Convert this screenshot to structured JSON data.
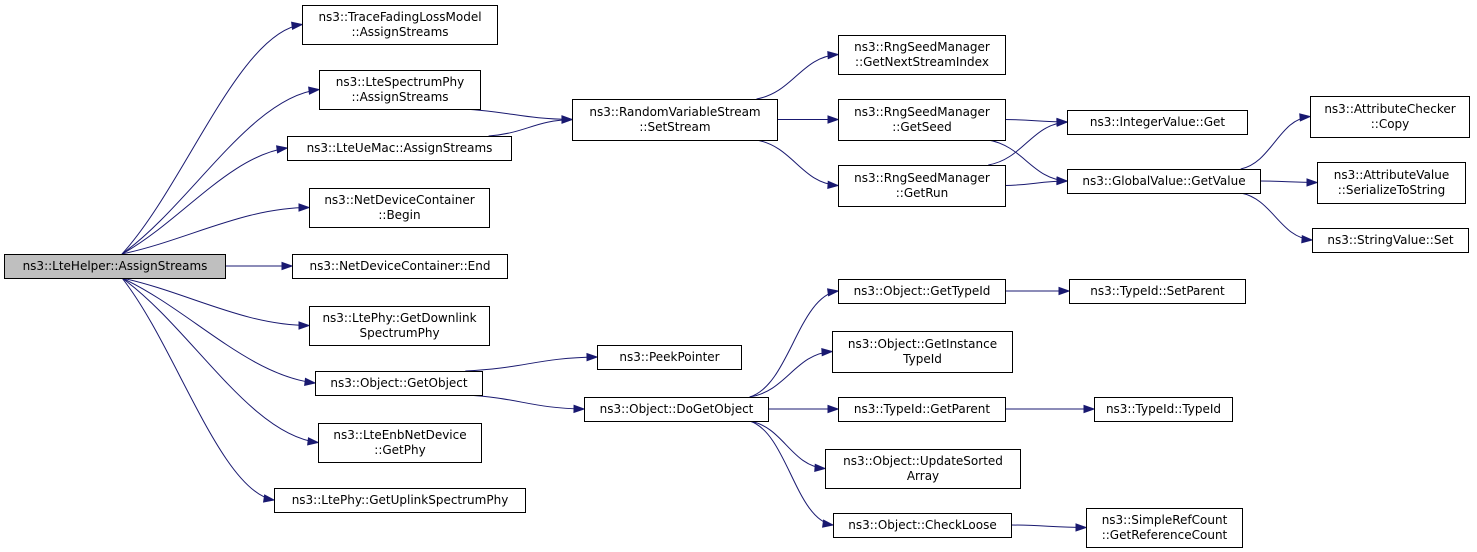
{
  "colors": {
    "edge": "#191970",
    "root_fill": "#bfbfbf",
    "node_fill": "#ffffff",
    "border": "#000000"
  },
  "nodes": [
    {
      "id": "root",
      "lines": [
        "ns3::LteHelper::AssignStreams"
      ]
    },
    {
      "id": "tracefading",
      "lines": [
        "ns3::TraceFadingLossModel",
        "::AssignStreams"
      ]
    },
    {
      "id": "ltespectrumphy",
      "lines": [
        "ns3::LteSpectrumPhy",
        "::AssignStreams"
      ]
    },
    {
      "id": "lteuemac",
      "lines": [
        "ns3::LteUeMac::AssignStreams"
      ]
    },
    {
      "id": "ndc_begin",
      "lines": [
        "ns3::NetDeviceContainer",
        "::Begin"
      ]
    },
    {
      "id": "ndc_end",
      "lines": [
        "ns3::NetDeviceContainer::End"
      ]
    },
    {
      "id": "ltephy_down",
      "lines": [
        "ns3::LtePhy::GetDownlink",
        "SpectrumPhy"
      ]
    },
    {
      "id": "getobject",
      "lines": [
        "ns3::Object::GetObject"
      ]
    },
    {
      "id": "enbgetphy",
      "lines": [
        "ns3::LteEnbNetDevice",
        "::GetPhy"
      ]
    },
    {
      "id": "ltephy_up",
      "lines": [
        "ns3::LtePhy::GetUplinkSpectrumPhy"
      ]
    },
    {
      "id": "setstream",
      "lines": [
        "ns3::RandomVariableStream",
        "::SetStream"
      ]
    },
    {
      "id": "nextstream",
      "lines": [
        "ns3::RngSeedManager",
        "::GetNextStreamIndex"
      ]
    },
    {
      "id": "getseed",
      "lines": [
        "ns3::RngSeedManager",
        "::GetSeed"
      ]
    },
    {
      "id": "getrun",
      "lines": [
        "ns3::RngSeedManager",
        "::GetRun"
      ]
    },
    {
      "id": "intget",
      "lines": [
        "ns3::IntegerValue::Get"
      ]
    },
    {
      "id": "gvget",
      "lines": [
        "ns3::GlobalValue::GetValue"
      ]
    },
    {
      "id": "accopy",
      "lines": [
        "ns3::AttributeChecker",
        "::Copy"
      ]
    },
    {
      "id": "avser",
      "lines": [
        "ns3::AttributeValue",
        "::SerializeToString"
      ]
    },
    {
      "id": "svset",
      "lines": [
        "ns3::StringValue::Set"
      ]
    },
    {
      "id": "peek",
      "lines": [
        "ns3::PeekPointer"
      ]
    },
    {
      "id": "dogetobj",
      "lines": [
        "ns3::Object::DoGetObject"
      ]
    },
    {
      "id": "gettypeid",
      "lines": [
        "ns3::Object::GetTypeId"
      ]
    },
    {
      "id": "setparent",
      "lines": [
        "ns3::TypeId::SetParent"
      ]
    },
    {
      "id": "getinst",
      "lines": [
        "ns3::Object::GetInstance",
        "TypeId"
      ]
    },
    {
      "id": "getparent",
      "lines": [
        "ns3::TypeId::GetParent"
      ]
    },
    {
      "id": "typeidctor",
      "lines": [
        "ns3::TypeId::TypeId"
      ]
    },
    {
      "id": "updsorted",
      "lines": [
        "ns3::Object::UpdateSorted",
        "Array"
      ]
    },
    {
      "id": "checkloose",
      "lines": [
        "ns3::Object::CheckLoose"
      ]
    },
    {
      "id": "getrefcount",
      "lines": [
        "ns3::SimpleRefCount",
        "::GetReferenceCount"
      ]
    }
  ],
  "edges": [
    [
      "root",
      "tracefading"
    ],
    [
      "root",
      "ltespectrumphy"
    ],
    [
      "root",
      "lteuemac"
    ],
    [
      "root",
      "ndc_begin"
    ],
    [
      "root",
      "ndc_end"
    ],
    [
      "root",
      "ltephy_down"
    ],
    [
      "root",
      "getobject"
    ],
    [
      "root",
      "enbgetphy"
    ],
    [
      "root",
      "ltephy_up"
    ],
    [
      "ltespectrumphy",
      "setstream"
    ],
    [
      "lteuemac",
      "setstream"
    ],
    [
      "setstream",
      "nextstream"
    ],
    [
      "setstream",
      "getseed"
    ],
    [
      "setstream",
      "getrun"
    ],
    [
      "getseed",
      "intget"
    ],
    [
      "getseed",
      "gvget"
    ],
    [
      "getrun",
      "intget"
    ],
    [
      "getrun",
      "gvget"
    ],
    [
      "gvget",
      "accopy"
    ],
    [
      "gvget",
      "avser"
    ],
    [
      "gvget",
      "svset"
    ],
    [
      "getobject",
      "peek"
    ],
    [
      "getobject",
      "dogetobj"
    ],
    [
      "dogetobj",
      "gettypeid"
    ],
    [
      "dogetobj",
      "getinst"
    ],
    [
      "dogetobj",
      "getparent"
    ],
    [
      "dogetobj",
      "updsorted"
    ],
    [
      "dogetobj",
      "checkloose"
    ],
    [
      "gettypeid",
      "setparent"
    ],
    [
      "getparent",
      "typeidctor"
    ],
    [
      "checkloose",
      "getrefcount"
    ]
  ]
}
